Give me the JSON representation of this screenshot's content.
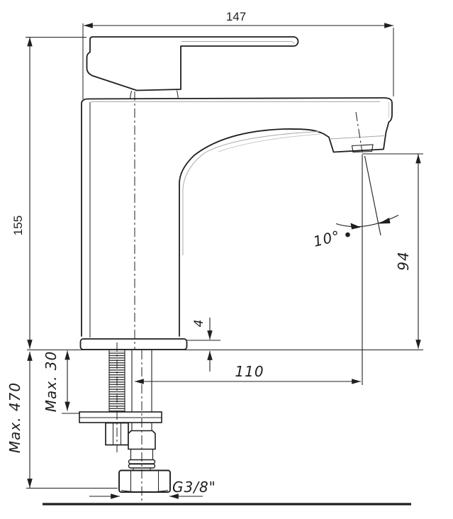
{
  "drawing_title": "basin-mixer-dimension-drawing",
  "dimensions": {
    "overall_length": "147",
    "height_to_deck": "155",
    "max_installation_height": "Max. 470",
    "max_deck_thickness": "Max. 30",
    "spout_outlet_height": "94",
    "spout_projection": "110",
    "base_plate_thickness": "4",
    "outlet_angle": "10°",
    "connection_thread": "G3/8\""
  },
  "colors": {
    "line": "#1f1f1f",
    "edge_highlight": "#a8a8a8",
    "background": "#ffffff"
  }
}
